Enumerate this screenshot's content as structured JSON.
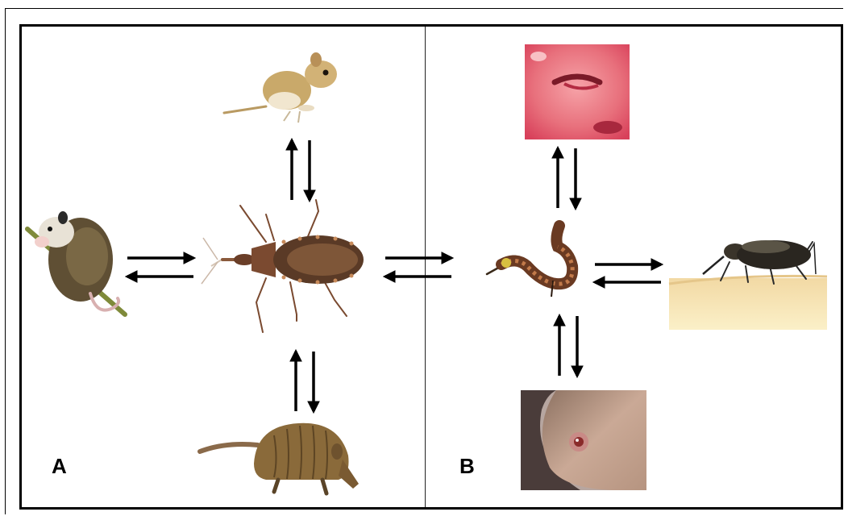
{
  "panels": {
    "a": {
      "label": "A"
    },
    "b": {
      "label": "B"
    }
  },
  "colors": {
    "frame": "#000000",
    "arrow": "#000000",
    "bug_body": "#5a3a26",
    "armadillo": "#8a6a3a",
    "opossum": "#6b5a3a",
    "gerbil": "#c9a96a",
    "face_skin": "#e06070",
    "arm_skin": "#b89a86",
    "hand_skin": "#f4e3b5"
  },
  "icons": {
    "gerbil": "gerbil-photo",
    "opossum": "opossum-photo",
    "triatomine": "triatomine-bug-photo",
    "armadillo": "armadillo-photo",
    "face": "romana-sign-eye-photo",
    "curled_bug": "curled-bug-photo",
    "skin_lesion": "chagoma-skin-lesion-photo",
    "feeding_bug": "bug-feeding-on-hand-photo"
  }
}
